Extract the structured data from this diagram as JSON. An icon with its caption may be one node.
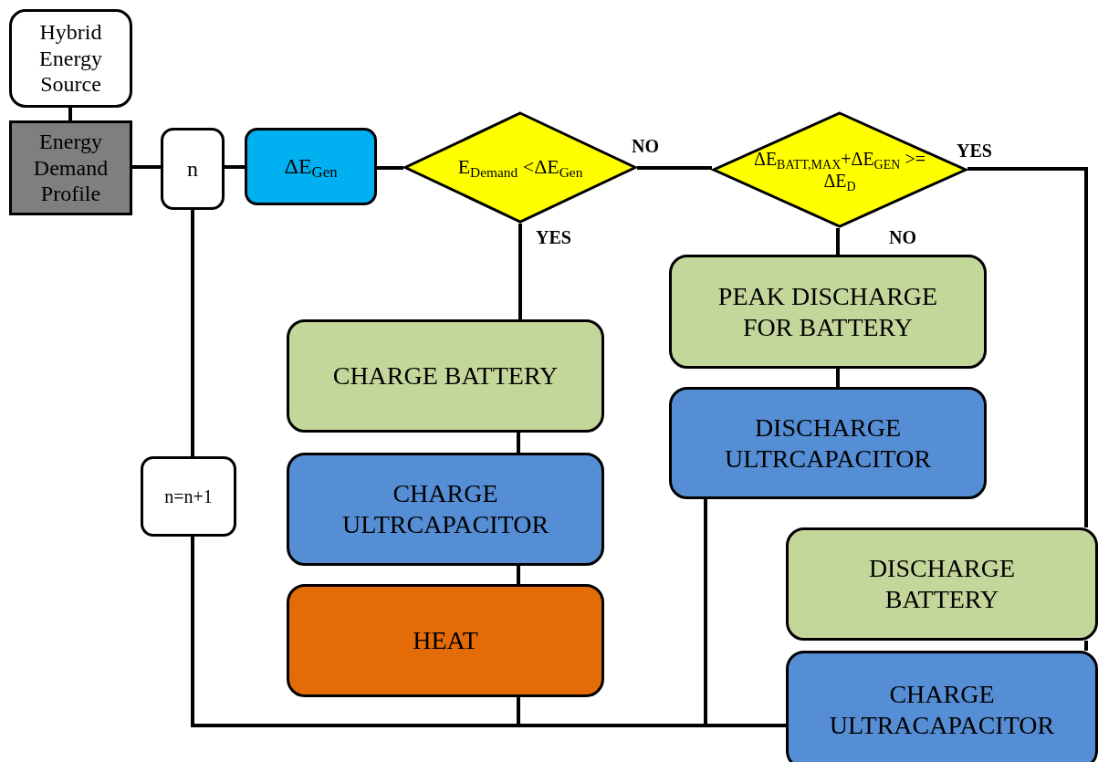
{
  "diagram": {
    "nodes": [
      {
        "text": [
          "Hybrid Energy Source"
        ]
      },
      {
        "text": [
          "Energy Demand Profile"
        ]
      },
      {
        "text": [
          "n"
        ]
      },
      {
        "text": [
          "ΔE$_{Gen}$"
        ]
      },
      {
        "text": [
          "E$_{Demand}$ <ΔE$_{Gen}$"
        ]
      },
      {
        "text": [
          "ΔE$_{BATT,MAX}$+ΔE$_{GEN}$ >= ΔE$_{D}$"
        ]
      },
      {
        "text": [
          "PEAK DISCHARGE FOR BATTERY"
        ]
      },
      {
        "text": [
          "DISCHARGE ULTRCAPACITOR"
        ]
      },
      {
        "text": [
          "CHARGE BATTERY"
        ]
      },
      {
        "text": [
          "CHARGE ULTRCAPACITOR"
        ]
      },
      {
        "text": [
          "HEAT"
        ]
      },
      {
        "text": [
          "DISCHARGE BATTERY"
        ]
      },
      {
        "text": [
          "CHARGE ULTRACAPACITOR"
        ]
      },
      {
        "text": [
          "n=n+1"
        ]
      }
    ],
    "edges": [
      {
        "from": 0,
        "to": 1,
        "arrow": "none"
      },
      {
        "from": 1,
        "to": 2,
        "arrow": "none"
      },
      {
        "from": 2,
        "to": 3,
        "arrow": "none"
      },
      {
        "from": 3,
        "to": 4,
        "arrow": "none"
      },
      {
        "from": 4,
        "to": 5,
        "arrow": "none",
        "label": "NO"
      },
      {
        "from": 4,
        "to": 8,
        "arrow": "none",
        "label": "YES"
      },
      {
        "from": 8,
        "to": 9,
        "arrow": "none"
      },
      {
        "from": 9,
        "to": 10,
        "arrow": "none"
      },
      {
        "from": 5,
        "to": 6,
        "arrow": "none",
        "label": "NO"
      },
      {
        "from": 6,
        "to": 7,
        "arrow": "none"
      },
      {
        "from": 5,
        "to": 11,
        "arrow": "none",
        "label": "YES"
      },
      {
        "from": 11,
        "to": 12,
        "arrow": "none"
      },
      {
        "from": 2,
        "to": 13,
        "arrow": "none"
      },
      {
        "from": 10,
        "to": 13,
        "arrow": "none"
      },
      {
        "from": 7,
        "to": 13,
        "arrow": "none"
      },
      {
        "from": 12,
        "to": 13,
        "arrow": "none"
      }
    ]
  }
}
